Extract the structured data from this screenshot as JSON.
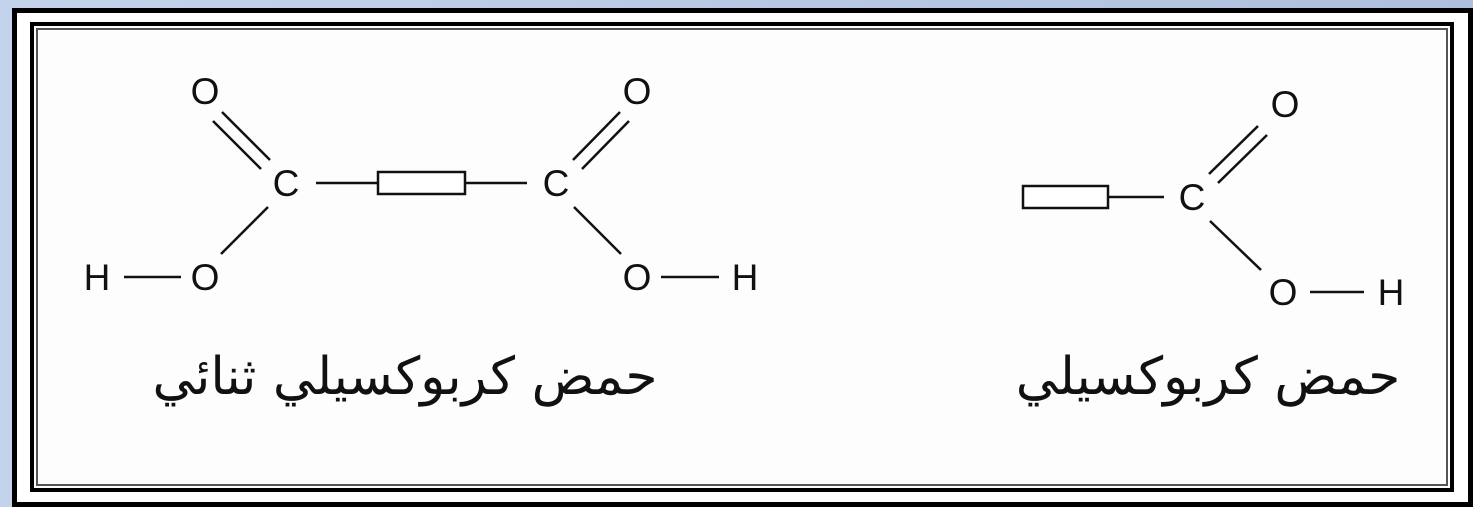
{
  "captions": {
    "monocarboxylic": "حمض كربوكسيلي",
    "dicarboxylic": "حمض كربوكسيلي ثنائي"
  },
  "atoms": {
    "carbon": "C",
    "oxygen": "O",
    "hydrogen": "H"
  },
  "colors": {
    "background": "#b9c9e4",
    "frame": "#000000",
    "panel": "#ffffff",
    "ink": "#111111"
  }
}
